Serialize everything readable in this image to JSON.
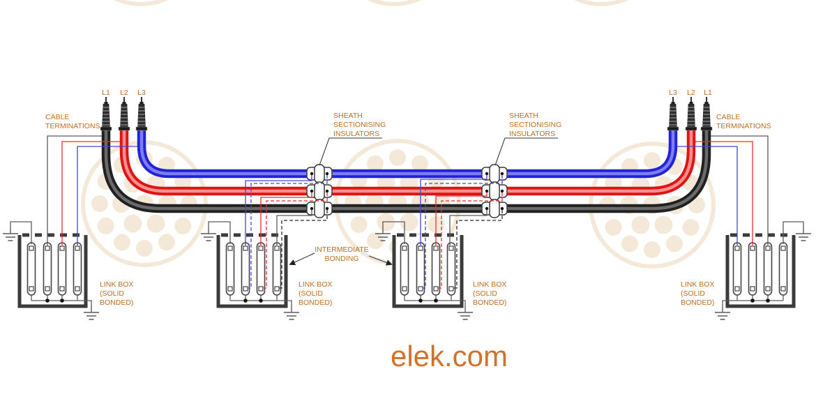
{
  "labels": {
    "phase_left": [
      "L1",
      "L2",
      "L3"
    ],
    "phase_right": [
      "L3",
      "L2",
      "L1"
    ],
    "cable_terminations": [
      "CABLE",
      "TERMINATIONS"
    ],
    "sheath_insulators": [
      "SHEATH",
      "SECTIONISING",
      "INSULATORS"
    ],
    "intermediate_bonding": [
      "INTERMEDIATE",
      "BONDING"
    ],
    "link_box": [
      "LINK BOX",
      "(SOLID",
      "BONDED)"
    ],
    "logo": "elek.com"
  },
  "colors": {
    "label_orange": "#BF6D22",
    "logo_orange": "#D0722B",
    "phase_blue": "#2323D6",
    "phase_red": "#DE1414",
    "phase_black": "#212121",
    "wire_blue": "#4343E2",
    "wire_red": "#EF2B2B",
    "wire_gray": "#5A5A5A",
    "wire_black": "#2B2B2B",
    "ink": "#3B3B3B",
    "watermark_beige": "#F3E6D2"
  }
}
